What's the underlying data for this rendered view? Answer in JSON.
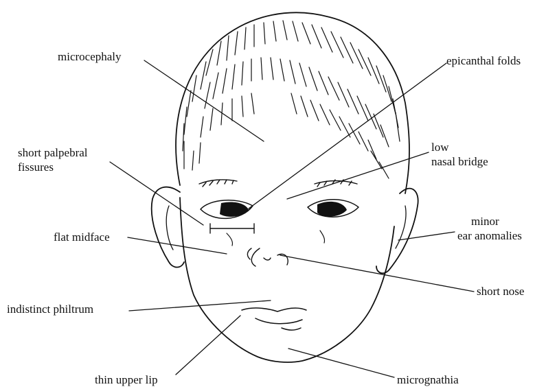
{
  "labels": {
    "microcephaly": "microcephaly",
    "epicanthal_folds": "epicanthal folds",
    "short_palpebral_fissures": [
      "short palpebral",
      "fissures"
    ],
    "low_nasal_bridge": [
      "low",
      "nasal bridge"
    ],
    "flat_midface": "flat midface",
    "minor_ear_anomalies": [
      "minor",
      "ear anomalies"
    ],
    "short_nose": "short nose",
    "indistinct_philtrum": "indistinct philtrum",
    "thin_upper_lip": "thin upper lip",
    "micrognathia": "micrognathia"
  },
  "colors": {
    "ink": "#111111",
    "background": "#ffffff"
  }
}
